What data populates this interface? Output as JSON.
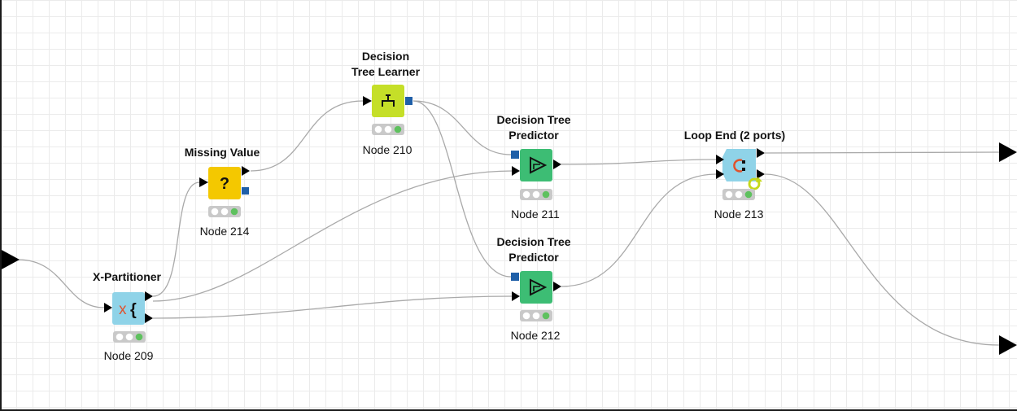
{
  "workflow": {
    "nodes": [
      {
        "id": "node-209",
        "title": "X-Partitioner",
        "label": "Node 209",
        "icon": "x-partitioner-icon",
        "color": "#8fd3e8"
      },
      {
        "id": "node-214",
        "title": "Missing Value",
        "label": "Node 214",
        "icon": "question-mark-icon",
        "color": "#f4c800"
      },
      {
        "id": "node-210",
        "title": "Decision\nTree Learner",
        "label": "Node 210",
        "icon": "decision-tree-learner-icon",
        "color": "#c5df28"
      },
      {
        "id": "node-211",
        "title": "Decision Tree\nPredictor",
        "label": "Node 211",
        "icon": "decision-tree-predictor-icon",
        "color": "#3dbd74"
      },
      {
        "id": "node-212",
        "title": "Decision Tree\nPredictor",
        "label": "Node 212",
        "icon": "decision-tree-predictor-icon",
        "color": "#3dbd74"
      },
      {
        "id": "node-213",
        "title": "Loop End (2 ports)",
        "label": "Node 213",
        "icon": "loop-end-icon",
        "color": "#8fd3e8"
      }
    ],
    "colors": {
      "connection": "#a9a9a9",
      "model_port": "#1f5fa8",
      "status_ok": "#5ec15e",
      "status_off": "#ffffff",
      "status_bar": "#c9c9c9"
    }
  }
}
